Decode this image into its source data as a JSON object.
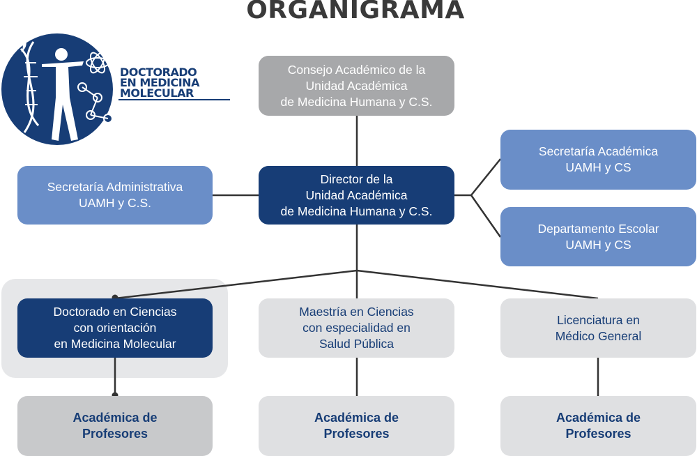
{
  "title": "ORGANIGRAMA",
  "logo": {
    "line1": "DOCTORADO",
    "line2": "EN MEDICINA",
    "line3": "MOLECULAR"
  },
  "nodes": {
    "consejo": [
      "Consejo Académico de la",
      "Unidad Académica",
      "de Medicina Humana y C.S."
    ],
    "director": [
      "Director de la",
      "Unidad Académica",
      "de Medicina Humana y C.S."
    ],
    "sec_admin": [
      "Secretaría Administrativa",
      "UAMH y C.S."
    ],
    "sec_acad": [
      "Secretaría Académica",
      "UAMH y CS"
    ],
    "depto": [
      "Departamento Escolar",
      "UAMH y CS"
    ],
    "doctorado": [
      "Doctorado en Ciencias",
      "con orientación",
      "en Medicina Molecular"
    ],
    "maestria": [
      "Maestría en Ciencias",
      "con especialidad en",
      "Salud Pública"
    ],
    "licenciatura": [
      "Licenciatura en",
      "Médico General"
    ],
    "prof1": [
      "Académica de",
      "Profesores"
    ],
    "prof2": [
      "Académica de",
      "Profesores"
    ],
    "prof3": [
      "Académica de",
      "Profesores"
    ]
  },
  "colors": {
    "navy": "#173d76",
    "blue": "#6a8ec8",
    "gray": "#a7a8aa",
    "light": "#dfe0e2",
    "line": "#333333"
  }
}
